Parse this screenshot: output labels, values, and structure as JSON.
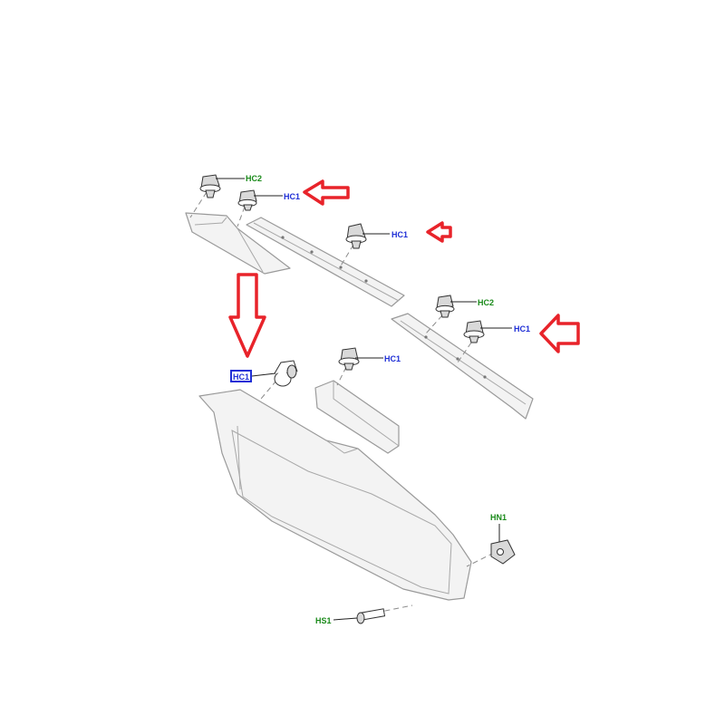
{
  "colors": {
    "hc1": "#1f2fd6",
    "hc2": "#1a8a1a",
    "hn1": "#1a8a1a",
    "hs1": "#1a8a1a",
    "arrow": "#e8232a",
    "highlight_box": "#1f2fd6"
  },
  "labels": {
    "hc2_top": "HC2",
    "hc1_top": "HC1",
    "hc1_strip": "HC1",
    "hc2_right": "HC2",
    "hc1_right": "HC1",
    "hc1_center": "HC1",
    "hc1_highlight": "HC1",
    "hn1": "HN1",
    "hs1": "HS1"
  }
}
